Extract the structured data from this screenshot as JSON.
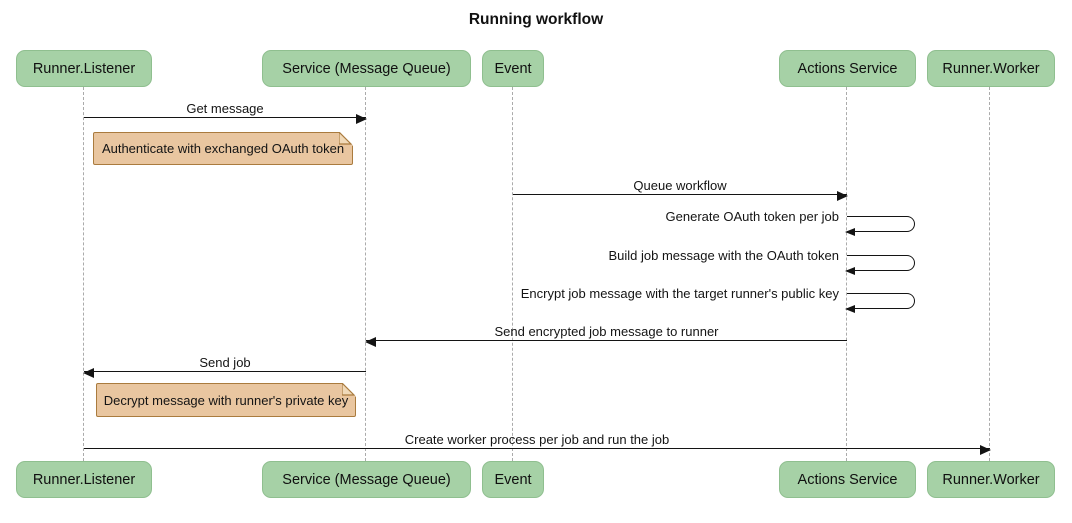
{
  "title": "Running workflow",
  "participants": [
    {
      "label": "Runner.Listener"
    },
    {
      "label": "Service (Message Queue)"
    },
    {
      "label": "Event"
    },
    {
      "label": "Actions Service"
    },
    {
      "label": "Runner.Worker"
    }
  ],
  "messages": [
    {
      "label": "Get message",
      "from": "Runner.Listener",
      "to": "Service (Message Queue)",
      "type": "solid-arrow"
    },
    {
      "label": "Queue workflow",
      "from": "Event",
      "to": "Actions Service",
      "type": "solid-arrow"
    },
    {
      "label": "Generate OAuth token per job",
      "from": "Actions Service",
      "to": "Actions Service",
      "type": "self"
    },
    {
      "label": "Build job message with the OAuth token",
      "from": "Actions Service",
      "to": "Actions Service",
      "type": "self"
    },
    {
      "label": "Encrypt job message with the target runner's public key",
      "from": "Actions Service",
      "to": "Actions Service",
      "type": "self"
    },
    {
      "label": "Send encrypted job message to runner",
      "from": "Actions Service",
      "to": "Service (Message Queue)",
      "type": "solid-arrow"
    },
    {
      "label": "Send job",
      "from": "Service (Message Queue)",
      "to": "Runner.Listener",
      "type": "solid-arrow"
    },
    {
      "label": "Create worker process per job and run the job",
      "from": "Runner.Listener",
      "to": "Runner.Worker",
      "type": "solid-arrow"
    }
  ],
  "notes": [
    {
      "label": "Authenticate with exchanged OAuth token",
      "position": "right of Runner.Listener"
    },
    {
      "label": "Decrypt message with runner's private key",
      "position": "right of Runner.Listener"
    }
  ],
  "colors": {
    "actor_fill": "#a6d1a6",
    "actor_border": "#8fbf8f",
    "note_fill": "#e9c6a0",
    "note_border": "#aa7b3e",
    "lifeline": "#ababab",
    "message": "#141414"
  }
}
